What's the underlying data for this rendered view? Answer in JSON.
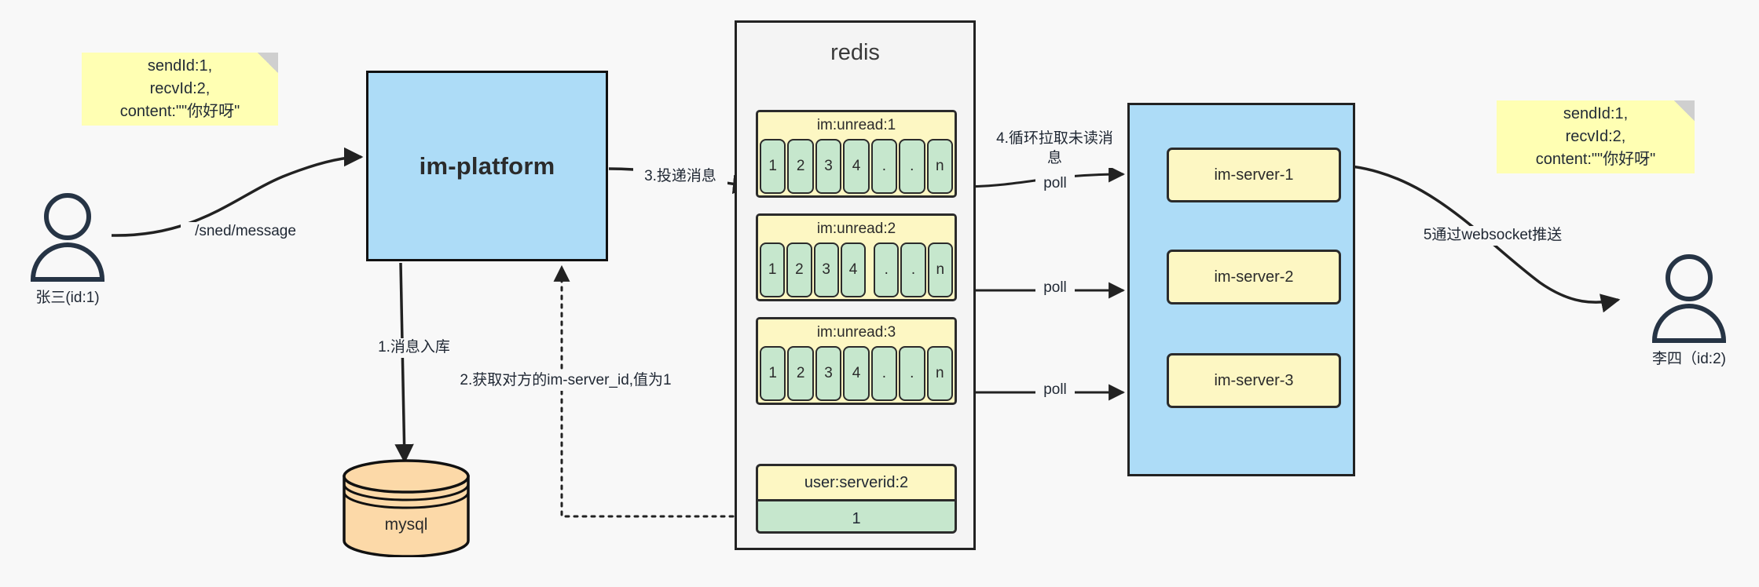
{
  "diagram": {
    "title": "IM message delivery architecture",
    "background": "#f8f8f8",
    "colors": {
      "note": "#ffffb3",
      "platform": "#addcf7",
      "redis_panel": "#f4f4f4",
      "list_key": "#fdf7c3",
      "list_cell": "#c6e7cd",
      "server_group": "#addcf7",
      "server_box": "#fdf7c3",
      "mysql": "#fcd9a8",
      "stroke": "#222222"
    }
  },
  "notes": {
    "left": "sendId:1,\nrecvId:2,\ncontent:\"\"你好呀\"",
    "right": "sendId:1,\nrecvId:2,\ncontent:\"\"你好呀\""
  },
  "actors": {
    "sender": {
      "name": "张三(id:1)",
      "icon": "user-icon"
    },
    "receiver": {
      "name": "李四（id:2)",
      "icon": "user-icon"
    }
  },
  "nodes": {
    "platform": "im-platform",
    "mysql": "mysql",
    "redis": "redis"
  },
  "redis": {
    "lists": [
      {
        "key": "im:unread:1",
        "cells": [
          "1",
          "2",
          "3",
          "4",
          ".",
          ".",
          "n"
        ],
        "gap_after": 0
      },
      {
        "key": "im:unread:2",
        "cells": [
          "1",
          "2",
          "3",
          "4",
          ".",
          ".",
          "n"
        ],
        "gap_after": 4
      },
      {
        "key": "im:unread:3",
        "cells": [
          "1",
          "2",
          "3",
          "4",
          ".",
          ".",
          "n"
        ],
        "gap_after": 0
      }
    ],
    "kv": {
      "key": "user:serverid:2",
      "value": "1"
    }
  },
  "servers": [
    {
      "label": "im-server-1"
    },
    {
      "label": "im-server-2"
    },
    {
      "label": "im-server-3"
    }
  ],
  "edges": {
    "send_message": "/sned/message",
    "step1": "1.消息入库",
    "step2": "2.获取对方的im-server_id,值为1",
    "step3": "3.投递消息",
    "step4": "4.循环拉取未读消\n息",
    "poll1": "poll",
    "poll2": "poll",
    "poll3": "poll",
    "step5": "5通过websocket推送"
  }
}
